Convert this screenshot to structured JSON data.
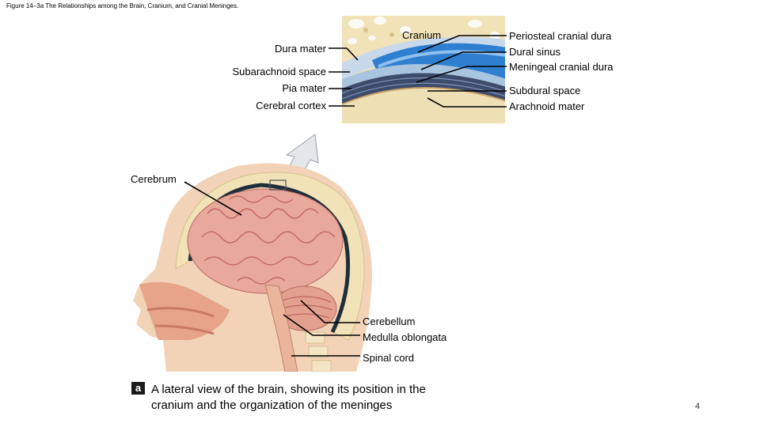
{
  "figure": {
    "title": "Figure 14–3a The Relationships among the Brain, Cranium, and Cranial Meninges.",
    "page_number": "4"
  },
  "inset_labels": {
    "cranium": "Cranium",
    "dura_mater": "Dura mater",
    "subarachnoid_space": "Subarachnoid space",
    "pia_mater": "Pia mater",
    "cerebral_cortex": "Cerebral cortex",
    "periosteal_cranial_dura": "Periosteal cranial dura",
    "dural_sinus": "Dural sinus",
    "meningeal_cranial_dura": "Meningeal cranial dura",
    "subdural_space": "Subdural space",
    "arachnoid_mater": "Arachnoid mater"
  },
  "head_labels": {
    "cerebrum": "Cerebrum",
    "cerebellum": "Cerebellum",
    "medulla_oblongata": "Medulla oblongata",
    "spinal_cord": "Spinal cord"
  },
  "caption": {
    "badge": "a",
    "text": "A lateral view of the brain, showing its position in the cranium and the organization of the meninges"
  },
  "colors": {
    "bone": "#f1e2b8",
    "dural_sinus": "#2f7fd0",
    "dura": "#bcd2e8",
    "brain": "#e8a89c",
    "skin": "#f0c4a8",
    "leader_line": "#000000"
  }
}
